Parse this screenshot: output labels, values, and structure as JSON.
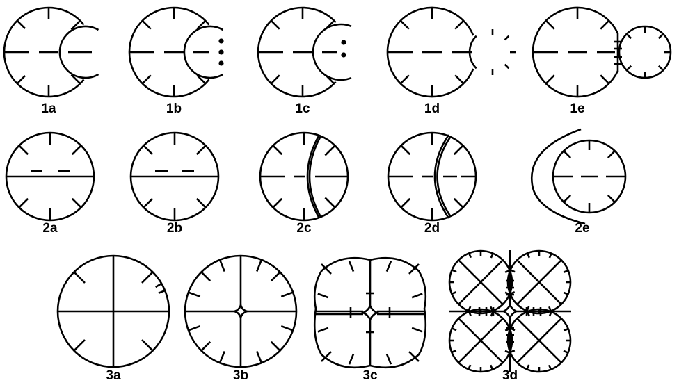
{
  "figure": {
    "labels": {
      "p1a": "1a",
      "p1b": "1b",
      "p1c": "1c",
      "p1d": "1d",
      "p1e": "1e",
      "p2a": "2a",
      "p2b": "2b",
      "p2c": "2c",
      "p2d": "2d",
      "p2e": "2e",
      "p3a": "3a",
      "p3b": "3b",
      "p3c": "3c",
      "p3d": "3d"
    },
    "rows": [
      {
        "row": 1,
        "stage": "cell with bulging bud",
        "panels": [
          "1a",
          "1b",
          "1c",
          "1d",
          "1e"
        ]
      },
      {
        "row": 2,
        "stage": "cell dividing in two",
        "panels": [
          "2a",
          "2b",
          "2c",
          "2d",
          "2e"
        ]
      },
      {
        "row": 3,
        "stage": "cell dividing into four",
        "panels": [
          "3a",
          "3b",
          "3c",
          "3d"
        ]
      }
    ]
  }
}
